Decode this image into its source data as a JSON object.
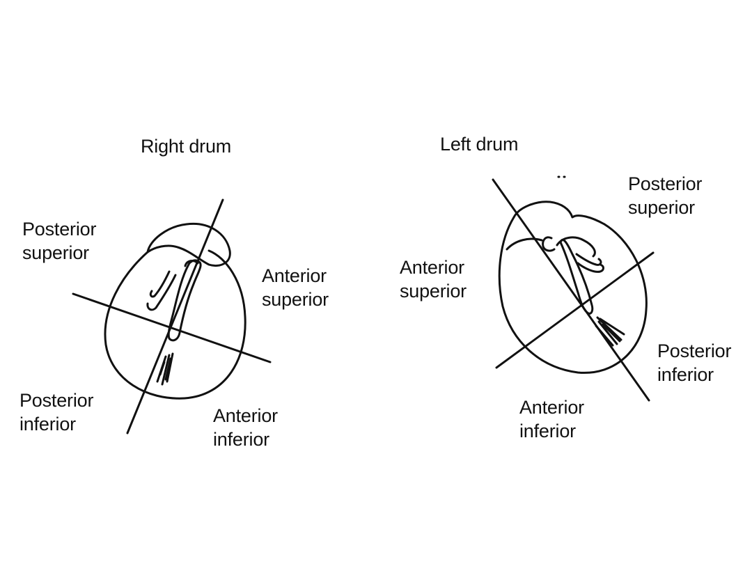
{
  "right_drum": {
    "title": "Right drum",
    "posterior_superior": [
      "Posterior",
      "superior"
    ],
    "anterior_superior": [
      "Anterior",
      "superior"
    ],
    "posterior_inferior": [
      "Posterior",
      "inferior"
    ],
    "anterior_inferior": [
      "Anterior",
      "inferior"
    ]
  },
  "left_drum": {
    "title": "Left drum",
    "posterior_superior": [
      "Posterior",
      "superior"
    ],
    "anterior_superior": [
      "Anterior",
      "superior"
    ],
    "posterior_inferior": [
      "Posterior",
      "inferior"
    ],
    "anterior_inferior": [
      "Anterior",
      "inferior"
    ]
  },
  "colors": {
    "ink": "#111111",
    "background": "#ffffff"
  }
}
